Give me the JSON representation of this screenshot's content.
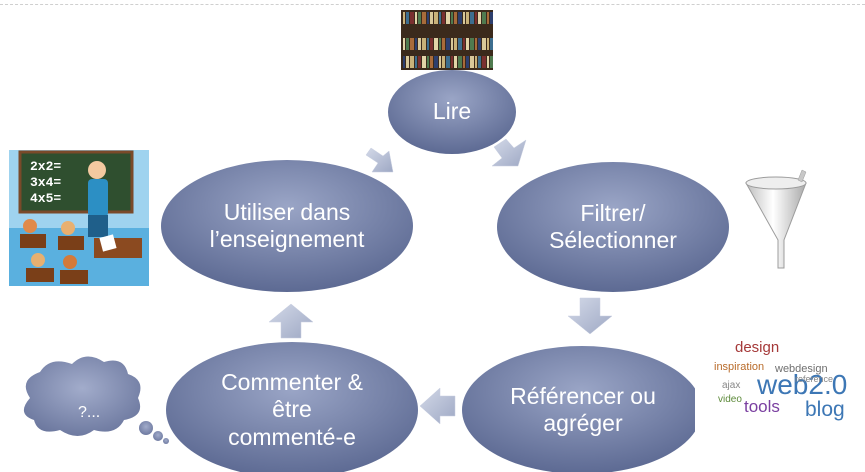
{
  "cycle": {
    "nodes": [
      {
        "id": "lire",
        "label": "Lire"
      },
      {
        "id": "filtrer",
        "label": "Filtrer/\nSélectionner"
      },
      {
        "id": "referencer",
        "label": "Référencer ou\nagréger"
      },
      {
        "id": "commenter",
        "label": "Commenter &\nêtre\ncommenté-e"
      },
      {
        "id": "utiliser",
        "label": "Utiliser dans\nl’enseignement"
      }
    ]
  },
  "thought_bubble": {
    "text": "?..."
  },
  "classroom": {
    "board_lines": [
      "2x2=",
      "3x4=",
      "4x5="
    ]
  },
  "word_cloud": {
    "words": [
      "design",
      "inspiration",
      "web2.0",
      "tools",
      "blog",
      "webdesign",
      "reference",
      "ajax",
      "video"
    ]
  },
  "colors": {
    "node_fill_light": "#9aa5c6",
    "node_fill_dark": "#5d6a93",
    "arrow_fill": "#b8c1d9",
    "bubble_fill": "#8c97b8"
  }
}
